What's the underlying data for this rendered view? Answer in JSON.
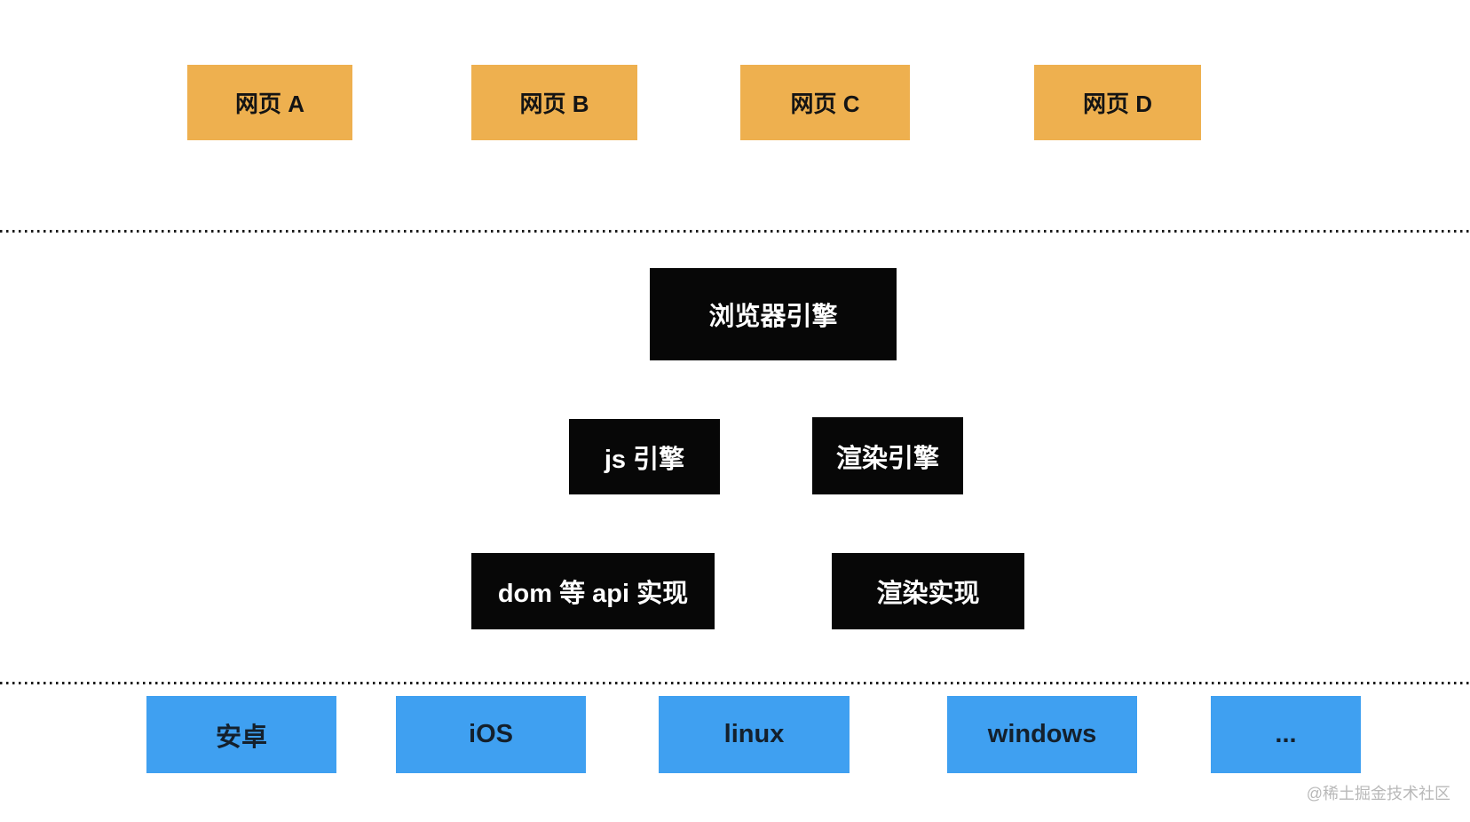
{
  "diagram": {
    "title_semantic": "browser-architecture-diagram",
    "colors": {
      "webpage_box": "#EEB04F",
      "engine_box": "#070707",
      "platform_box": "#3FA0F1",
      "background": "#FFFFFF",
      "separator_dots": "#1A1A1A",
      "watermark_text": "#B9B9B9"
    },
    "webpages": [
      {
        "label": "网页 A"
      },
      {
        "label": "网页 B"
      },
      {
        "label": "网页 C"
      },
      {
        "label": "网页 D"
      }
    ],
    "engines": {
      "browser_engine": "浏览器引擎",
      "js_engine": "js 引擎",
      "render_engine": "渲染引擎",
      "dom_api_impl": "dom 等 api 实现",
      "render_impl": "渲染实现"
    },
    "platforms": [
      {
        "label": "安卓"
      },
      {
        "label": "iOS"
      },
      {
        "label": "linux"
      },
      {
        "label": "windows"
      },
      {
        "label": "..."
      }
    ],
    "watermark": "@稀土掘金技术社区"
  }
}
